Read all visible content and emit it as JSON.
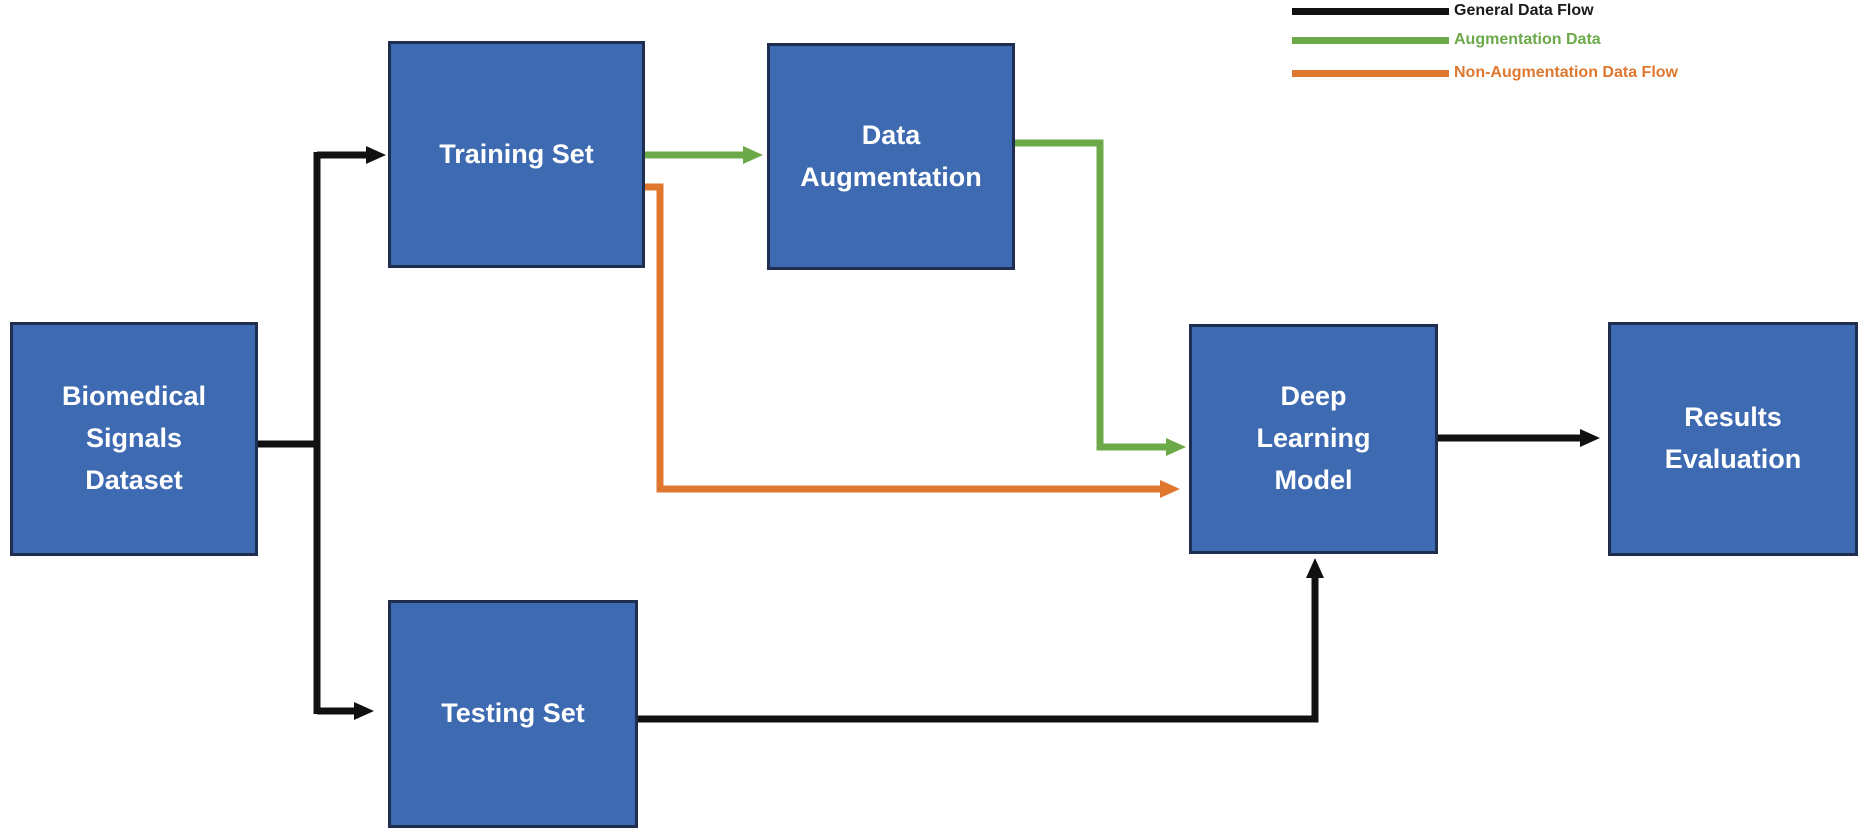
{
  "colors": {
    "node-fill": "#3e6ab2",
    "node-border": "#1e2d50",
    "node-text": "#ffffff",
    "flow-general": "#111111",
    "flow-augmentation": "#6ca949",
    "flow-non-augmentation": "#e0772e",
    "legend-general-text": "#1a1a1a"
  },
  "nodes": {
    "biomedical": {
      "label": "Biomedical Signals Dataset"
    },
    "training": {
      "label": "Training Set"
    },
    "augmentation": {
      "label": "Data Augmentation"
    },
    "deep": {
      "label": "Deep Learning Model"
    },
    "results": {
      "label": "Results Evaluation"
    },
    "testing": {
      "label": "Testing Set"
    }
  },
  "legend": {
    "items": [
      {
        "label": "General Data Flow",
        "type": "general",
        "color": "#111111"
      },
      {
        "label": "Augmentation Data",
        "type": "augmentation",
        "color": "#6ca949"
      },
      {
        "label": "Non-Augmentation Data Flow",
        "type": "non-augmentation",
        "color": "#e0772e"
      }
    ]
  },
  "edges": [
    {
      "from": "Biomedical Signals Dataset",
      "to": "Training Set",
      "type": "general"
    },
    {
      "from": "Biomedical Signals Dataset",
      "to": "Testing Set",
      "type": "general"
    },
    {
      "from": "Training Set",
      "to": "Data Augmentation",
      "type": "augmentation"
    },
    {
      "from": "Data Augmentation",
      "to": "Deep Learning Model",
      "type": "augmentation"
    },
    {
      "from": "Training Set",
      "to": "Deep Learning Model",
      "type": "non-augmentation"
    },
    {
      "from": "Testing Set",
      "to": "Deep Learning Model",
      "type": "general"
    },
    {
      "from": "Deep Learning Model",
      "to": "Results Evaluation",
      "type": "general"
    }
  ]
}
